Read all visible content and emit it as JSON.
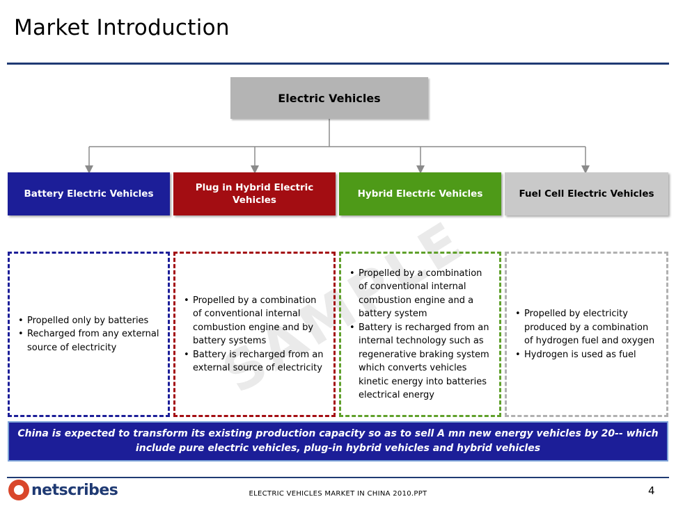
{
  "title": "Market Introduction",
  "root": {
    "label": "Electric Vehicles"
  },
  "categories": [
    {
      "label": "Battery Electric Vehicles",
      "color": "#1c1e98",
      "bullets": [
        "Propelled  only by batteries",
        "Recharged from any external source of electricity"
      ]
    },
    {
      "label": "Plug in Hybrid Electric Vehicles",
      "color": "#a30d12",
      "bullets": [
        "Propelled  by  a combination of conventional internal combustion engine and by battery systems",
        "Battery is recharged from an external source of electricity"
      ]
    },
    {
      "label": "Hybrid Electric Vehicles",
      "color": "#4e9a18",
      "bullets": [
        "Propelled  by  a combination of conventional internal combustion engine and a battery system",
        "Battery is recharged from an internal technology such as regenerative braking system which converts vehicles kinetic energy into batteries electrical energy"
      ]
    },
    {
      "label": "Fuel Cell Electric Vehicles",
      "color": "#c9c9c9",
      "bullets": [
        "Propelled by electricity produced by a combination of hydrogen fuel and oxygen",
        "Hydrogen is used as fuel"
      ]
    }
  ],
  "watermark": "SAMPLE",
  "banner": "China is expected to transform its existing production capacity so as to sell A mn new energy vehicles by 20-- which include pure electric vehicles, plug-in hybrid vehicles and hybrid vehicles",
  "footer": {
    "logo": "netscribes",
    "center": "ELECTRIC VEHICLES MARKET IN CHINA 2010.PPT",
    "page": "4"
  }
}
